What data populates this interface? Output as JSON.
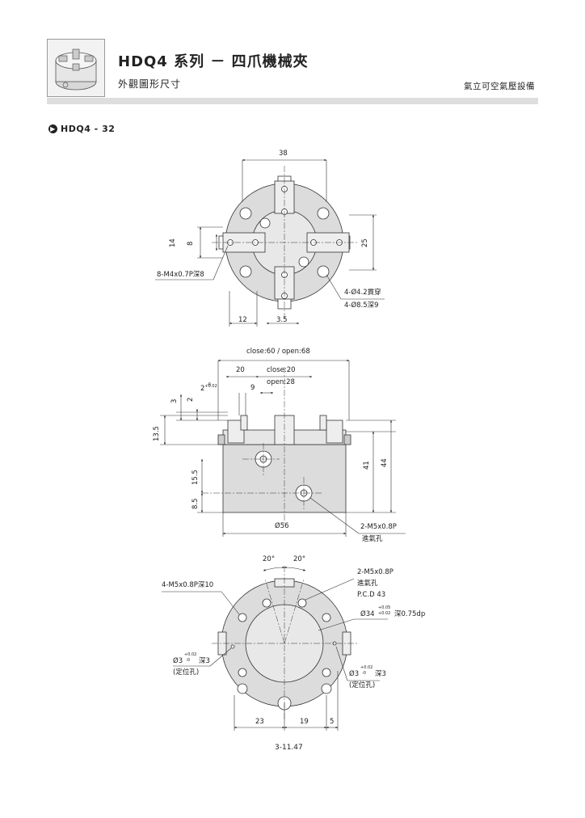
{
  "header": {
    "title": "HDQ4 系列 － 四爪機械夾",
    "subtitle": "外觀圖形尺寸",
    "brand": "氣立可空氣壓設備"
  },
  "model": {
    "label": "HDQ4 - 32",
    "icon": "circle-arrow-icon"
  },
  "top_view": {
    "dim_width": "38",
    "dim_14": "14",
    "dim_8": "8",
    "dim_25": "25",
    "dim_12": "12",
    "dim_3_5": "3.5",
    "tap_note": "8-M4x0.7P深8",
    "hole_note_1": "4-Ø4.2貫穿",
    "hole_note_2": "4-Ø8.5深9"
  },
  "front_view": {
    "dim_stroke": "close:60 / open:68",
    "dim_20": "20",
    "dim_close20": "close:20",
    "dim_open28": "open:28",
    "dim_2": "2",
    "tol_2_upper": "+0.02",
    "tol_2_lower": "-0",
    "dim_9": "9",
    "dim_3": "3",
    "dim_2b": "2",
    "dim_13_5": "13.5",
    "dim_15_5": "15.5",
    "dim_8_5": "8.5",
    "dim_41": "41",
    "dim_44": "44",
    "dim_56": "Ø56",
    "port_note_1": "2-M5x0.8P",
    "port_note_2": "進氣孔"
  },
  "bottom_view": {
    "angle_1": "20°",
    "angle_2": "20°",
    "tap_note": "4-M5x0.8P深10",
    "port_note_1": "2-M5x0.8P",
    "port_note_2": "進氣孔",
    "port_note_3": "P.C.D 43",
    "bore_prefix": "Ø34",
    "bore_upper": "+0.05",
    "bore_lower": "+0.02",
    "bore_depth": "深0.75dp",
    "pin_left_dia": "Ø3",
    "pin_left_upper": "+0.02",
    "pin_left_lower": "-0",
    "pin_left_depth": "深3",
    "pin_left_note": "(定位孔)",
    "pin_right_dia": "Ø3",
    "pin_right_upper": "+0.02",
    "pin_right_lower": "-0",
    "pin_right_depth": "深3",
    "pin_right_note": "(定位孔)",
    "dim_23": "23",
    "dim_19": "19",
    "dim_5": "5"
  },
  "page_number": "3-11.47"
}
